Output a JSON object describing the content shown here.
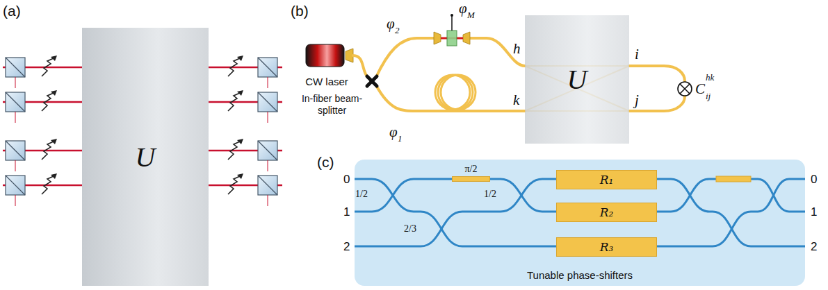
{
  "diagram": {
    "nodes": [
      {
        "text": [
          "U"
        ]
      },
      {
        "text": [
          "CW laser"
        ]
      },
      {
        "text": [
          "U"
        ]
      },
      {
        "text": [
          "Tunable phase-shifters"
        ]
      },
      {
        "text": [
          "π/2"
        ],
        "in": 3
      },
      {
        "text": [
          "R₁"
        ],
        "in": 3
      },
      {
        "text": [
          "R₂"
        ],
        "in": 3
      },
      {
        "text": [
          "R₃"
        ],
        "in": 3
      }
    ],
    "labels": [
      "(a)",
      "(b)",
      "(c)",
      "In-fiber beam-splitter",
      "φ",
      "2",
      "φ",
      "M",
      "φ",
      "1",
      "h",
      "k",
      "i",
      "j",
      "C",
      "hk",
      "ij",
      "0",
      "1",
      "2",
      "1/2",
      "1/2",
      "2/3",
      "0",
      "1",
      "2"
    ]
  }
}
